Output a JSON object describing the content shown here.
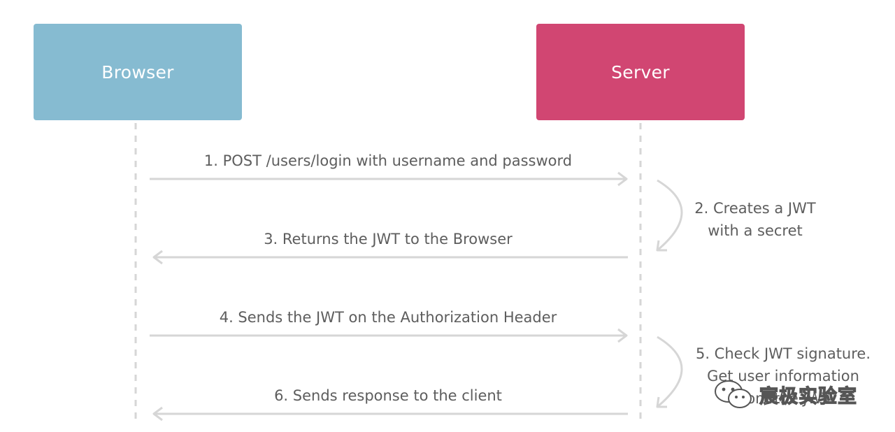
{
  "actors": {
    "browser": {
      "label": "Browser",
      "color": "#86bbd1"
    },
    "server": {
      "label": "Server",
      "color": "#d14672"
    }
  },
  "messages": [
    {
      "id": "m1",
      "label": "1. POST /users/login with username and password",
      "direction": "to-server"
    },
    {
      "id": "m3",
      "label": "3. Returns the JWT to the Browser",
      "direction": "to-browser"
    },
    {
      "id": "m4",
      "label": "4. Sends the JWT on the Authorization Header",
      "direction": "to-server"
    },
    {
      "id": "m6",
      "label": "6. Sends response to the client",
      "direction": "to-browser"
    }
  ],
  "notes": [
    {
      "id": "n2",
      "lines": [
        "2. Creates a JWT",
        "with a secret"
      ]
    },
    {
      "id": "n5",
      "lines": [
        "5. Check JWT signature.",
        "Get user information",
        "from the JWT"
      ]
    }
  ],
  "watermark": {
    "text": "宸极实验室",
    "icon": "wechat-icon"
  },
  "colors": {
    "line": "#d6d6d6",
    "text": "#5d5d5d"
  }
}
